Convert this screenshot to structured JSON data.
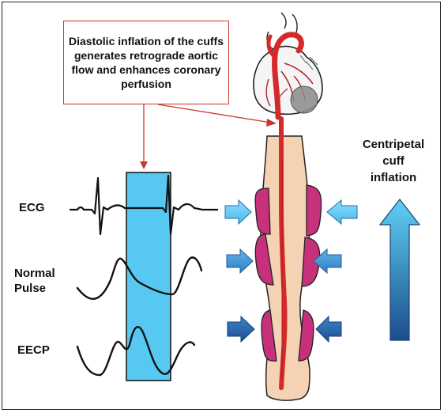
{
  "callout": {
    "text": "Diastolic inflation of the cuffs generates retrograde aortic flow and enhances coronary perfusion"
  },
  "labels": {
    "ecg": "ECG",
    "normal_pulse_line1": "Normal",
    "normal_pulse_line2": "Pulse",
    "eecp": "EECP",
    "centripetal_line1": "Centripetal",
    "centripetal_line2": "cuff",
    "centripetal_line3": "inflation"
  },
  "colors": {
    "highlight_band": "#57c8f2",
    "artery": "#d62a2a",
    "cuff": "#c7307b",
    "leg_skin": "#f6d2b4",
    "callout_border": "#c8392b"
  }
}
